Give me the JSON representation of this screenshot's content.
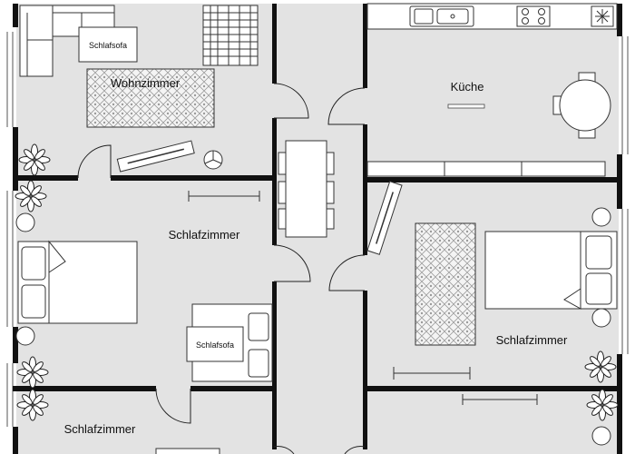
{
  "rooms": {
    "living_room": "Wohnzimmer",
    "kitchen": "Küche",
    "bedroom_left": "Schlafzimmer",
    "bedroom_right": "Schlafzimmer",
    "bedroom_bottom": "Schlafzimmer"
  },
  "furniture": {
    "sofa_bed_living": "Schlafsofa",
    "sofa_bed_bedroom": "Schlafsofa"
  },
  "colors": {
    "floor": "#e3e3e3",
    "wall": "#111111",
    "furniture_fill": "#ffffff",
    "furniture_stroke": "#333333",
    "outside": "#ffffff"
  },
  "icons": [
    "plant-icon",
    "floor-lamp-icon",
    "sink-icon",
    "stove-icon",
    "dining-table-icon",
    "bed-icon",
    "rug-icon",
    "staircase-icon"
  ]
}
